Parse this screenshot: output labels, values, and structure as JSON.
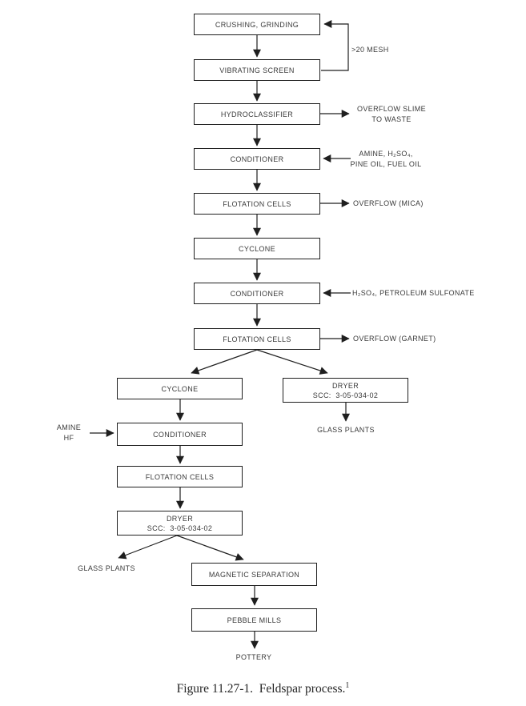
{
  "figure": {
    "caption": "Figure 11.27-1.  Feldspar process.",
    "caption_superscript": "1"
  },
  "colors": {
    "line": "#1f1f1f",
    "text": "#3a3a3a",
    "background": "#ffffff"
  },
  "boxes": [
    {
      "label": "CRUSHING, GRINDING"
    },
    {
      "label": "VIBRATING SCREEN"
    },
    {
      "label": "HYDROCLASSIFIER"
    },
    {
      "label": "CONDITIONER"
    },
    {
      "label": "FLOTATION CELLS"
    },
    {
      "label": "CYCLONE"
    },
    {
      "label": "CONDITIONER"
    },
    {
      "label": "FLOTATION CELLS"
    },
    {
      "label": "CYCLONE"
    },
    {
      "label": "DRYER",
      "sublabel": "SCC:  3-05-034-02"
    },
    {
      "label": "CONDITIONER"
    },
    {
      "label": "FLOTATION CELLS"
    },
    {
      "label": "DRYER",
      "sublabel": "SCC:  3-05-034-02"
    },
    {
      "label": "MAGNETIC SEPARATION"
    },
    {
      "label": "PEBBLE MILLS"
    }
  ],
  "stream_labels": {
    "recycle_mesh": ">20 MESH",
    "overflow_slime_line1": "OVERFLOW SLIME",
    "overflow_slime_line2": "TO WASTE",
    "conditioner1_reagents_line1": "AMINE, H₂SO₄,",
    "conditioner1_reagents_line2": "PINE OIL, FUEL OIL",
    "overflow_mica": "OVERFLOW (MICA)",
    "conditioner2_reagents": "H₂SO₄, PETROLEUM SULFONATE",
    "overflow_garnet": "OVERFLOW (GARNET)",
    "glass_plants_right": "GLASS PLANTS",
    "amine_line1": "AMINE",
    "amine_line2": "HF",
    "glass_plants_left": "GLASS PLANTS",
    "pottery": "POTTERY"
  }
}
